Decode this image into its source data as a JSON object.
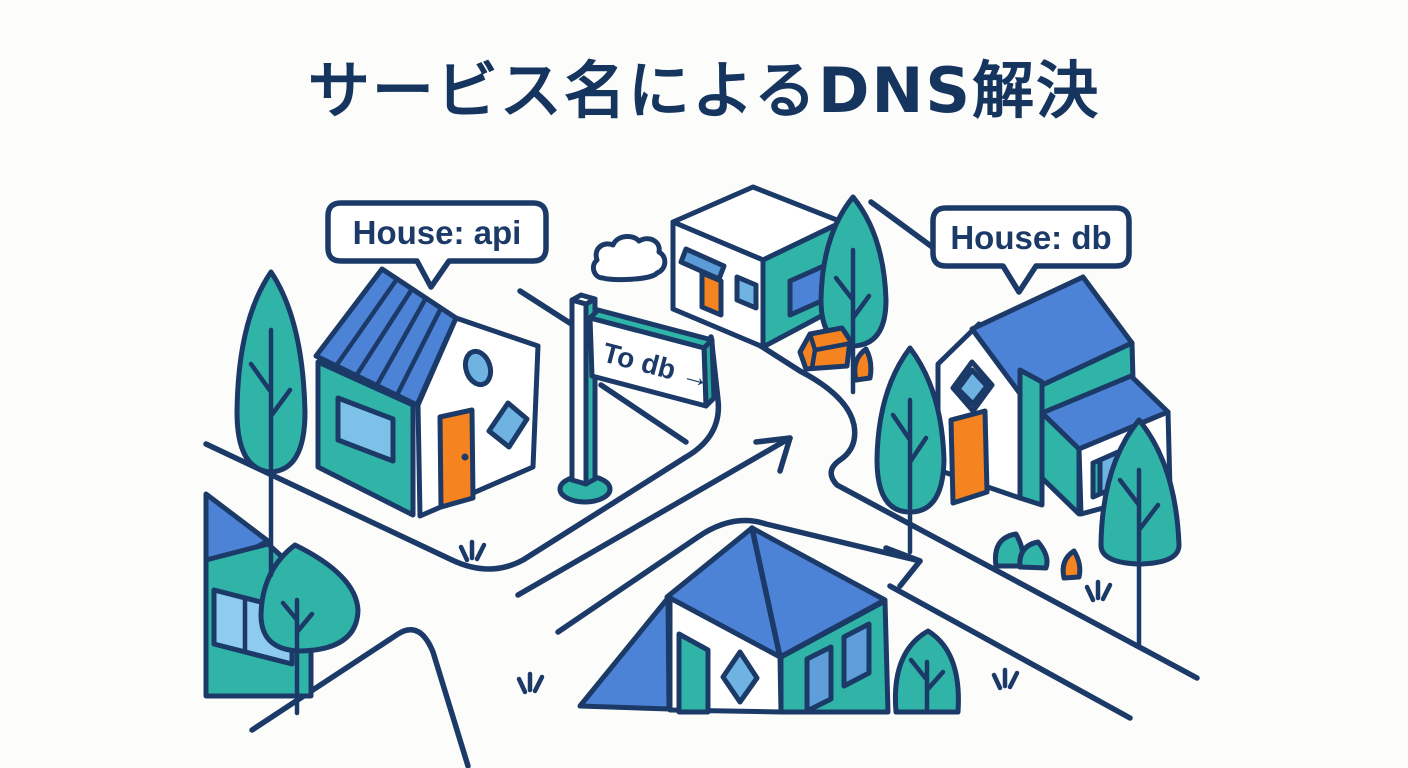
{
  "title": "サービス名によるDNS解決",
  "bubbles": {
    "api": "House: api",
    "db": "House: db"
  },
  "sign": {
    "label": "To db →"
  },
  "scene_icons": [
    "api-house-icon",
    "db-house-icon",
    "shop-building-icon",
    "south-house-icon",
    "west-house-icon",
    "signpost-icon",
    "tree-icon",
    "bush-icon",
    "cloud-icon",
    "rock-icon",
    "bench-icon",
    "road-line",
    "direction-arrow-icon",
    "grass-tuft-icon",
    "speech-bubble-icon"
  ],
  "colors": {
    "navy": "#1c3a68",
    "title_navy": "#15355f",
    "blue_roof": "#4d83d6",
    "awning_blue": "#5b9bd8",
    "teal": "#2fb4a7",
    "teal_dark": "#2aa89b",
    "light_blue": "#6fb3e2",
    "pale_blue": "#8ecbee",
    "sky_blue": "#7dc1e8",
    "window_blue": "#5f9edb",
    "orange": "#f5831f",
    "background": "#fcfcfb"
  }
}
